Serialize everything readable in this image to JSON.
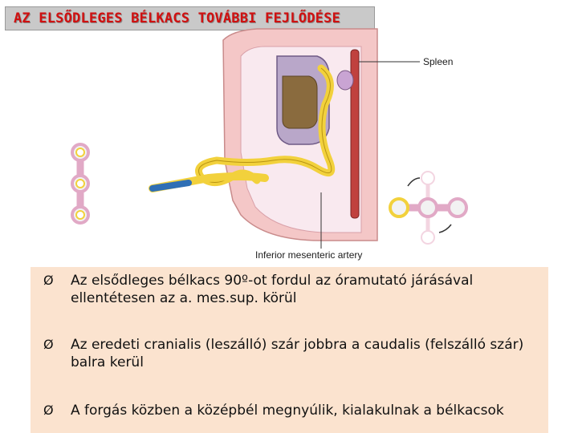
{
  "slide": {
    "title": "AZ ELSŐDLEGES BÉLKACS TOVÁBBI FEJLŐDÉSE",
    "accent_color": "#d01010",
    "panel_color": "#fbe3cf"
  },
  "figure": {
    "label_spleen": "Spleen",
    "label_artery": "Inferior mesenteric artery"
  },
  "bullets": [
    {
      "marker": "Ø",
      "text": "Az elsődleges bélkacs 90º-ot fordul az óramutató járásával ellentétesen az a. mes.sup. körül"
    },
    {
      "marker": "Ø",
      "text": "Az eredeti cranialis (leszálló) szár jobbra a caudalis (felszálló szár) balra kerül"
    },
    {
      "marker": "Ø",
      "text": "A forgás közben a középbél megnyúlik, kialakulnak a bélkacsok"
    }
  ]
}
